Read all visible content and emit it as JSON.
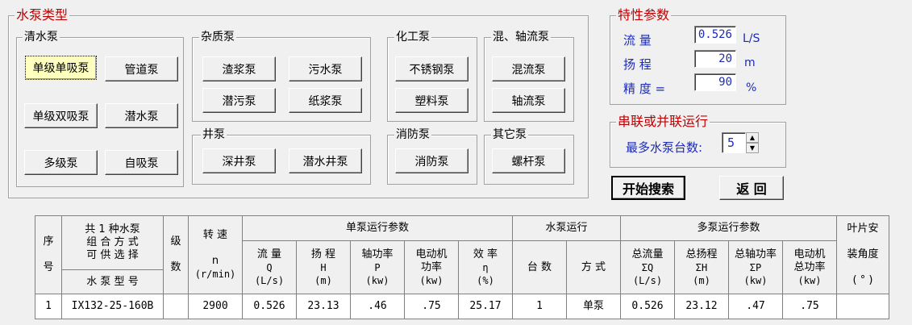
{
  "pump_type": {
    "title": "水泵类型",
    "clear_water": {
      "title": "清水泵",
      "buttons": [
        "单级单吸泵",
        "管道泵",
        "单级双吸泵",
        "潜水泵",
        "多级泵",
        "自吸泵"
      ]
    },
    "impurity": {
      "title": "杂质泵",
      "buttons": [
        "渣浆泵",
        "污水泵",
        "潜污泵",
        "纸浆泵"
      ]
    },
    "chemical": {
      "title": "化工泵",
      "buttons": [
        "不锈钢泵",
        "塑料泵"
      ]
    },
    "mixed": {
      "title": "混、轴流泵",
      "buttons": [
        "混流泵",
        "轴流泵"
      ]
    },
    "well": {
      "title": "井泵",
      "buttons": [
        "深井泵",
        "潜水井泵"
      ]
    },
    "fire": {
      "title": "消防泵",
      "buttons": [
        "消防泵"
      ]
    },
    "other": {
      "title": "其它泵",
      "buttons": [
        "螺杆泵"
      ]
    }
  },
  "characteristics": {
    "title": "特性参数",
    "flow": {
      "label": "流 量",
      "value": "0.526",
      "unit": "L/S"
    },
    "head": {
      "label": "扬 程",
      "value": "20",
      "unit": "m"
    },
    "precision": {
      "label": "精 度 =",
      "value": "90",
      "unit": "%"
    }
  },
  "series_parallel": {
    "title": "串联或并联运行",
    "max_pumps_label": "最多水泵台数:",
    "max_pumps_value": "5"
  },
  "actions": {
    "search": "开始搜索",
    "back": "返 回"
  },
  "table": {
    "h_seq": [
      "序",
      "号"
    ],
    "h_combo": [
      "共 1 种水泵",
      "组 合 方 式",
      "可 供 选 择"
    ],
    "h_model": "水 泵 型 号",
    "h_stage": [
      "级",
      "数"
    ],
    "h_speed": [
      "转 速",
      "n",
      "(r/min)"
    ],
    "h_single": "单泵运行参数",
    "h_pump_run": "水泵运行",
    "h_multi": "多泵运行参数",
    "h_blade": [
      "叶片安",
      "装角度",
      "( ° )"
    ],
    "sub": [
      [
        "流 量",
        "Q",
        "(L/s)"
      ],
      [
        "扬 程",
        "H",
        "(m)"
      ],
      [
        "轴功率",
        "P",
        "(kw)"
      ],
      [
        "电动机",
        "功率",
        "(kw)"
      ],
      [
        "效 率",
        "η",
        "(%)"
      ],
      [
        "台 数"
      ],
      [
        "方 式"
      ],
      [
        "总流量",
        "ΣQ",
        "(L/s)"
      ],
      [
        "总扬程",
        "ΣH",
        "(m)"
      ],
      [
        "总轴功率",
        "ΣP",
        "(kw)"
      ],
      [
        "电动机",
        "总功率",
        "(kw)"
      ]
    ],
    "rows": [
      [
        "1",
        "IX132-25-160B",
        "",
        "2900",
        "0.526",
        "23.13",
        ".46",
        ".75",
        "25.17",
        "1",
        "单泵",
        "0.526",
        "23.12",
        ".47",
        ".75",
        ""
      ]
    ]
  }
}
